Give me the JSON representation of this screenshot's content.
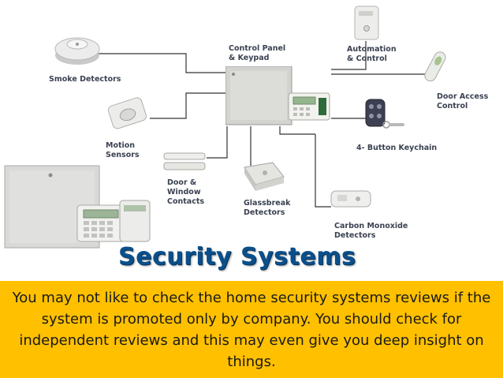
{
  "diagram": {
    "labels": {
      "smoke": "Smoke Detectors",
      "panel": "Control Panel\n& Keypad",
      "automation": "Automation\n& Control",
      "door_access": "Door Access\nControl",
      "motion": "Motion\nSensors",
      "keychain": "4- Button Keychain",
      "contacts": "Door &\nWindow\nContacts",
      "glassbreak": "Glassbreak\nDetectors",
      "co": "Carbon Monoxide\nDetectors"
    },
    "colors": {
      "wire": "#333333",
      "label": "#3a4150",
      "title": "#0a4f8a",
      "caption_bg": "#ffc000"
    }
  },
  "title": "Security Systems",
  "caption": "You may not like to check the home security systems reviews if the system is promoted only by company. You should check for independent reviews and this may even give you deep insight on things."
}
